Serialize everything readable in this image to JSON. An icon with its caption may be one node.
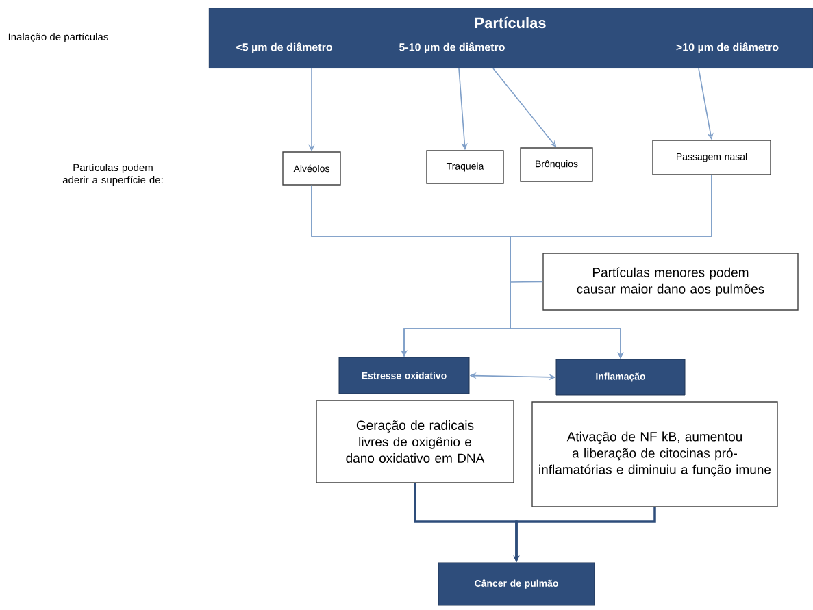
{
  "diagram": {
    "nodes": [
      {
        "text": [
          "Partículas",
          "<5 µm de diâmetro",
          "5-10 µm de diâmetro",
          ">10 µm de diâmetro"
        ]
      },
      {
        "text": [
          "Alvéolos"
        ]
      },
      {
        "text": [
          "Traqueia"
        ]
      },
      {
        "text": [
          "Brônquios"
        ]
      },
      {
        "text": [
          "Passagem nasal"
        ]
      },
      {
        "text": [
          "Partículas menores podem causar maior dano aos pulmões"
        ]
      },
      {
        "text": [
          "Estresse oxidativo"
        ]
      },
      {
        "text": [
          "Inflamação"
        ]
      },
      {
        "text": [
          "Geração de radicais livres de oxigênio e dano oxidativo em DNA"
        ]
      },
      {
        "text": [
          "Ativação de NF kB, aumentou a liberação de citocinas pró-inflamatórias e diminuiu a função imune"
        ]
      },
      {
        "text": [
          "Câncer de pulmão"
        ]
      }
    ],
    "edges": [
      {
        "from": 0,
        "to": 1,
        "arrow": "to"
      },
      {
        "from": 0,
        "to": 2,
        "arrow": "to"
      },
      {
        "from": 0,
        "to": 3,
        "arrow": "to"
      },
      {
        "from": 0,
        "to": 4,
        "arrow": "to"
      },
      {
        "from": 1,
        "to": 6,
        "arrow": "to"
      },
      {
        "from": 1,
        "to": 7,
        "arrow": "to"
      },
      {
        "from": 4,
        "to": 6,
        "arrow": "to"
      },
      {
        "from": 4,
        "to": 7,
        "arrow": "to"
      },
      {
        "from": 5,
        "to": null,
        "arrow": "none"
      },
      {
        "from": 6,
        "to": 7,
        "arrow": "both"
      },
      {
        "from": 8,
        "to": 10,
        "arrow": "to",
        "style": "thick"
      },
      {
        "from": 9,
        "to": 10,
        "arrow": "to",
        "style": "thick"
      }
    ],
    "labels": [
      "Inalação de partículas",
      "Partículas podem aderir a superfície de:"
    ]
  }
}
